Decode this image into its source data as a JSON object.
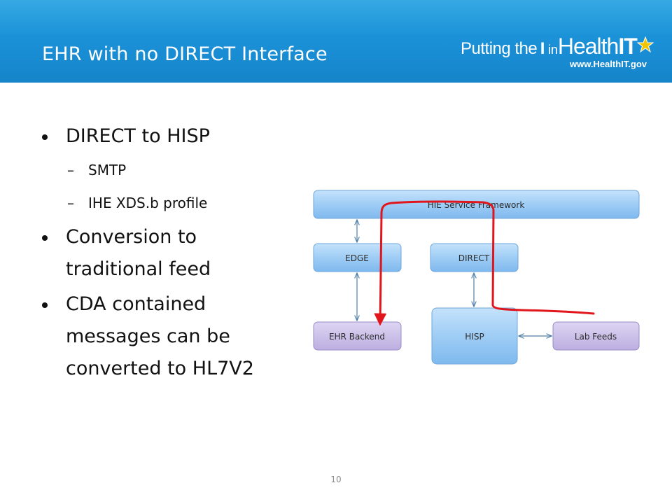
{
  "header": {
    "title": "EHR with no DIRECT Interface",
    "logo": {
      "text_putting": "Putting the",
      "text_i": "I",
      "text_in": "in",
      "text_health": "Health",
      "text_it": "IT",
      "url": "www.HealthIT.gov"
    }
  },
  "bullets": [
    {
      "text": "DIRECT to HISP",
      "subitems": [
        "SMTP",
        "IHE XDS.b profile"
      ]
    },
    {
      "text_lines": [
        "Conversion to",
        "traditional feed"
      ]
    },
    {
      "text_lines": [
        "CDA contained",
        "messages can be",
        "converted to HL7V2"
      ]
    }
  ],
  "bullet_symbol": "•",
  "sub_symbol": "–",
  "diagram": {
    "nodes": {
      "hie": "HIE Service Framework",
      "edge": "EDGE",
      "direct": "DIRECT",
      "ehr_backend": "EHR Backend",
      "hisp": "HISP",
      "lab_feeds": "Lab Feeds"
    },
    "colors": {
      "blue_box": "#9fcdf5",
      "purple_box": "#cdc2ea",
      "connector": "#4f7fa8",
      "annotation": "#e0161c",
      "header": "#1a8fd6"
    }
  },
  "page_number": "10"
}
